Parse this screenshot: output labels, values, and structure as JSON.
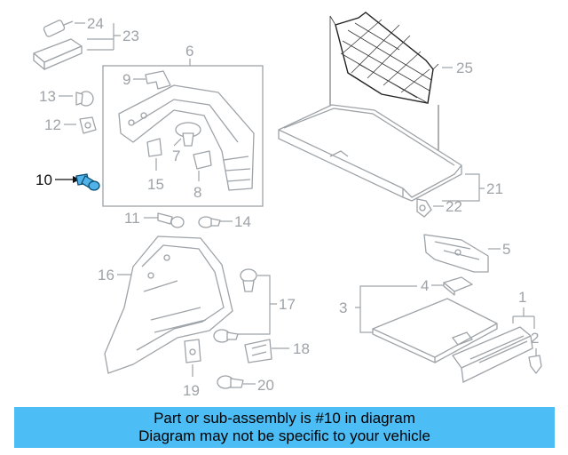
{
  "callouts": {
    "c1": "1",
    "c2": "2",
    "c3": "3",
    "c4": "4",
    "c5": "5",
    "c6": "6",
    "c7": "7",
    "c8": "8",
    "c9": "9",
    "c10": "10",
    "c11": "11",
    "c12": "12",
    "c13": "13",
    "c14": "14",
    "c15": "15",
    "c16": "16",
    "c17": "17",
    "c18": "18",
    "c19": "19",
    "c20": "20",
    "c21": "21",
    "c22": "22",
    "c23": "23",
    "c24": "24",
    "c25": "25"
  },
  "highlighted_part": "10",
  "colors": {
    "highlight": "#4fb2e8",
    "footer": "#4dbdf5",
    "linework": "#9ea3a8"
  },
  "footer": {
    "line1": "Part or sub-assembly is #10 in diagram",
    "line2": "Diagram may not be specific to your vehicle"
  }
}
